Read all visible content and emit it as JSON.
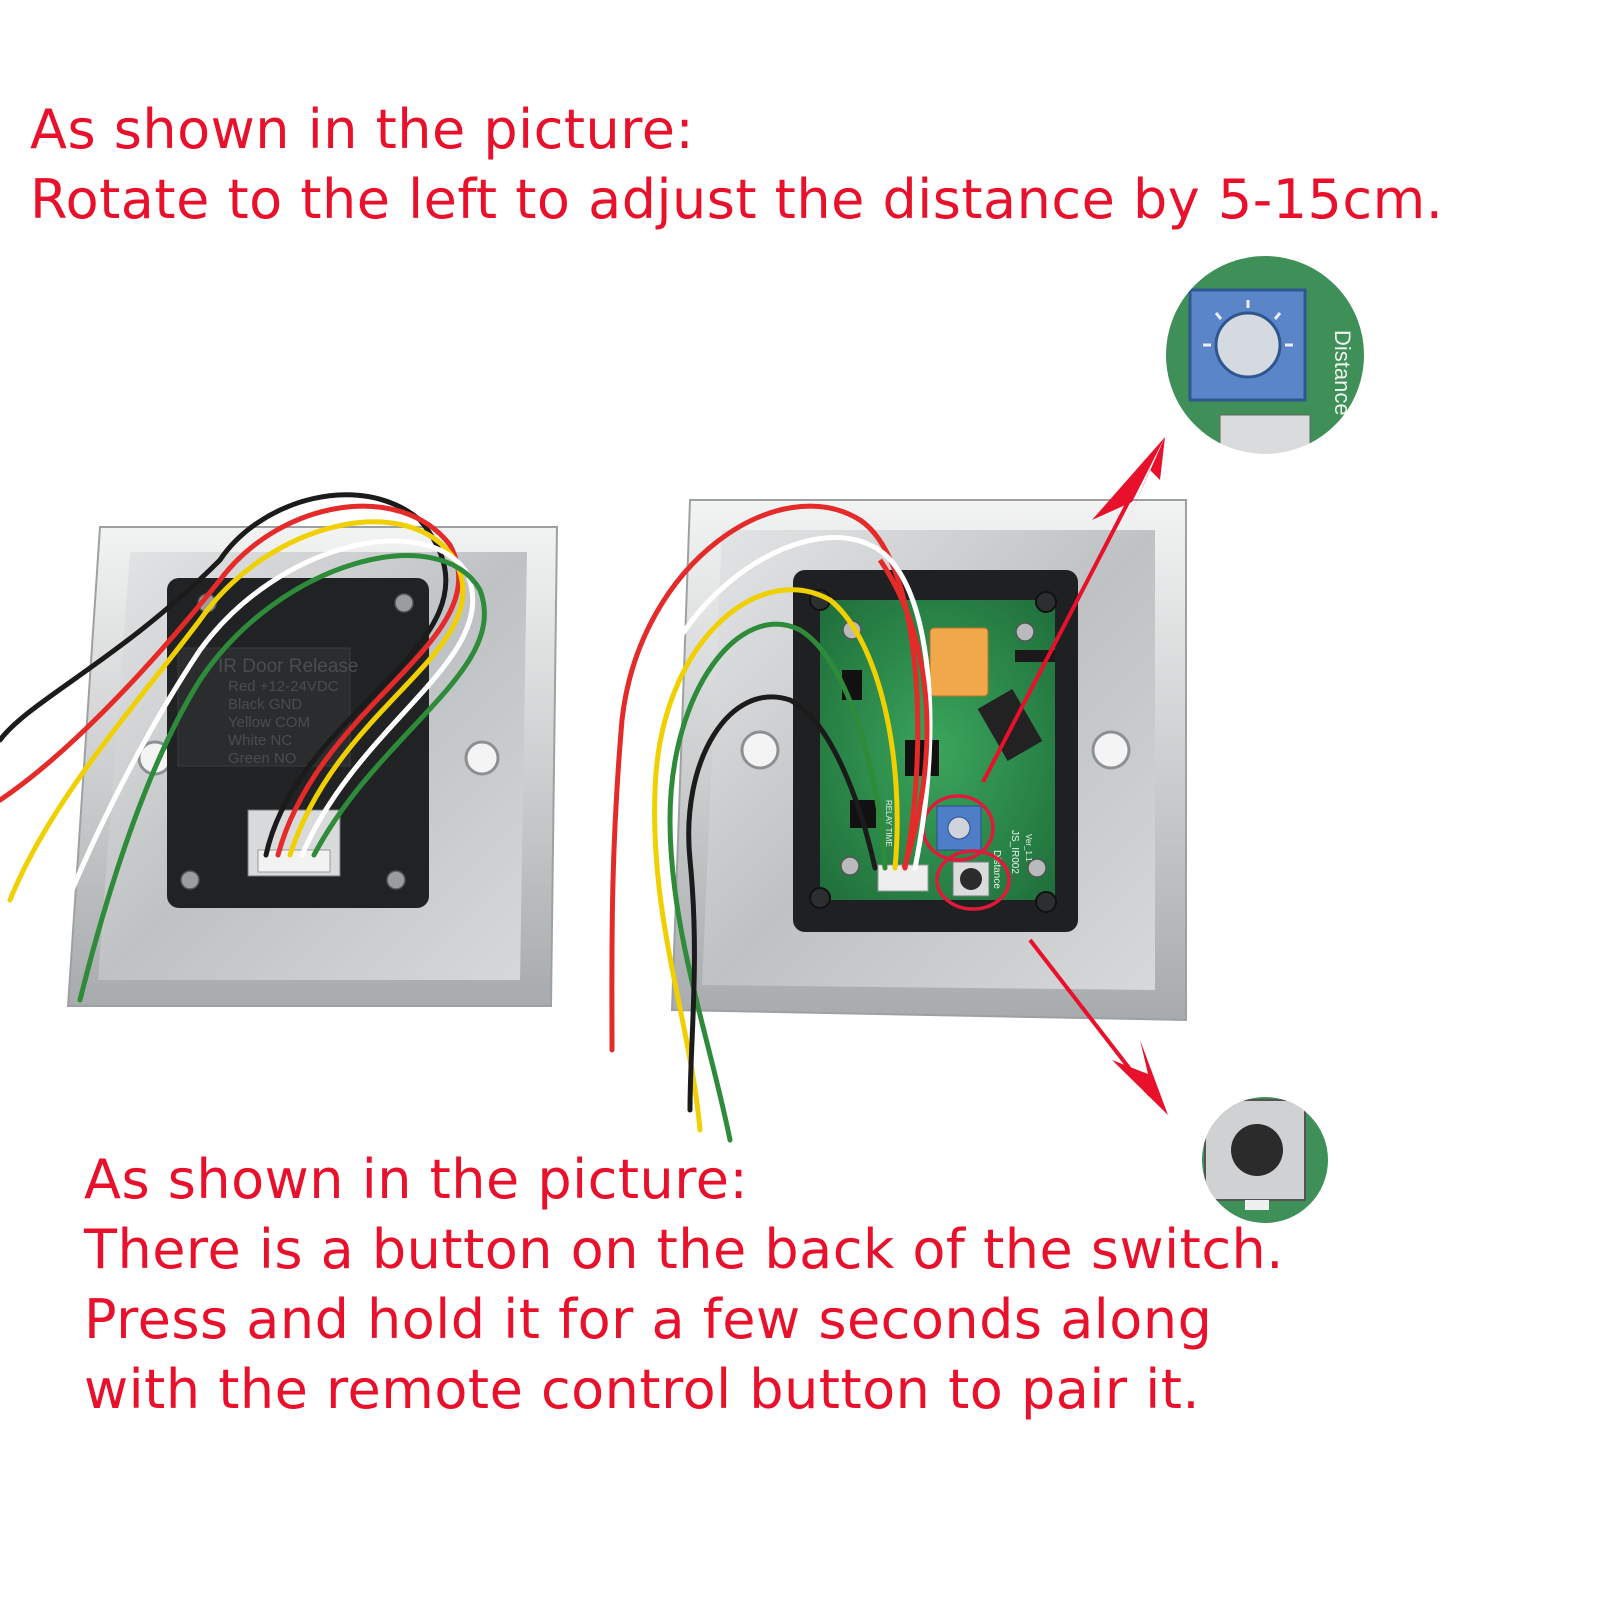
{
  "top_caption": {
    "line1": "As shown in the picture:",
    "line2": "Rotate to the left to adjust the distance by 5-15cm."
  },
  "bottom_caption": {
    "line1": "As shown in the picture:",
    "line2": "There is a button on the back of the switch.",
    "line3": "Press and hold it for a few seconds along",
    "line4": "with the remote control button to pair it."
  },
  "label_plate": {
    "title": "IR Door Release",
    "rows": [
      "Red  +12-24VDC",
      "Black  GND",
      "Yellow  COM",
      "White  NC",
      "Green  NO"
    ]
  },
  "pcb_markings": {
    "knob_label": "Distance",
    "board_id": "JS_IR002",
    "board_rev": "Ver_1.1",
    "small_text": "RELAY TIME"
  },
  "zoom_markings": {
    "knob_label": "Distance"
  },
  "colors": {
    "caption": "#e8102a",
    "highlight": "#e01a3a",
    "arrow": "#e8102a",
    "plate": "#c9cbcd",
    "pcb": "#2f8f4e"
  }
}
